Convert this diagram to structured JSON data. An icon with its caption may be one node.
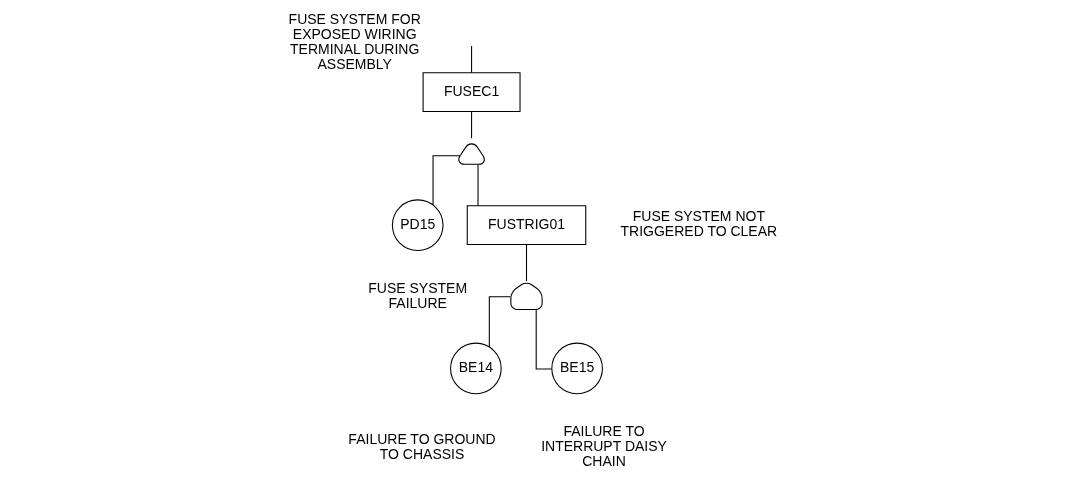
{
  "diagram": {
    "nodes": [
      {
        "text": [
          "FUSEC1"
        ],
        "beside": [
          "FUSE SYSTEM FOR EXPOSED WIRING TERMINAL DURING ASSEMBLY"
        ]
      },
      {
        "text": [],
        "shape": "gate"
      },
      {
        "text": [
          "PD15"
        ],
        "beside": [
          "FUSE SYSTEM FAILURE"
        ]
      },
      {
        "text": [
          "FUSTRIG01"
        ],
        "beside": [
          "FUSE SYSTEM NOT TRIGGERED TO CLEAR"
        ]
      },
      {
        "text": [],
        "shape": "gate"
      },
      {
        "text": [
          "BE14"
        ],
        "beside": [
          "FAILURE TO GROUND TO CHASSIS"
        ]
      },
      {
        "text": [
          "BE15"
        ],
        "beside": [
          "FAILURE TO INTERRUPT DAISY CHAIN"
        ]
      }
    ],
    "edges": [
      {
        "from": null,
        "to": 0,
        "arrow": "none"
      },
      {
        "from": 0,
        "to": 1,
        "arrow": "none"
      },
      {
        "from": 1,
        "to": 2,
        "arrow": "none"
      },
      {
        "from": 1,
        "to": 3,
        "arrow": "none"
      },
      {
        "from": 3,
        "to": 4,
        "arrow": "none"
      },
      {
        "from": 4,
        "to": 5,
        "arrow": "none"
      },
      {
        "from": 4,
        "to": 6,
        "arrow": "none"
      }
    ]
  }
}
